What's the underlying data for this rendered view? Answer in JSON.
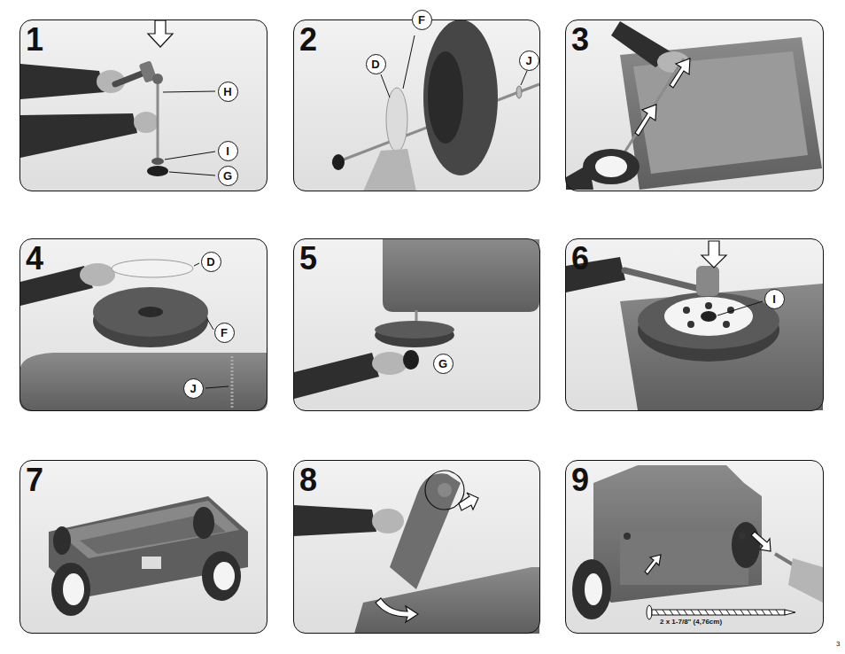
{
  "diagram": {
    "nodes": [
      {
        "text": [
          "1"
        ]
      },
      {
        "text": [
          "H"
        ],
        "in": 0
      },
      {
        "text": [
          "I"
        ],
        "in": 0
      },
      {
        "text": [
          "G"
        ],
        "in": 0
      },
      {
        "text": [
          "2"
        ]
      },
      {
        "text": [
          "F"
        ],
        "in": 4
      },
      {
        "text": [
          "D"
        ],
        "in": 4
      },
      {
        "text": [
          "J"
        ],
        "in": 4
      },
      {
        "text": [
          "3"
        ]
      },
      {
        "text": [
          "4"
        ]
      },
      {
        "text": [
          "D"
        ],
        "in": 9
      },
      {
        "text": [
          "F"
        ],
        "in": 9
      },
      {
        "text": [
          "J"
        ],
        "in": 9
      },
      {
        "text": [
          "5"
        ]
      },
      {
        "text": [
          "G"
        ],
        "in": 13
      },
      {
        "text": [
          "6"
        ]
      },
      {
        "text": [
          "I"
        ],
        "in": 15
      },
      {
        "text": [
          "7"
        ]
      },
      {
        "text": [
          "8"
        ]
      },
      {
        "text": [
          "9"
        ]
      }
    ],
    "labels": [
      "2 x 1-7/8\" (4,76cm)",
      "3"
    ]
  }
}
